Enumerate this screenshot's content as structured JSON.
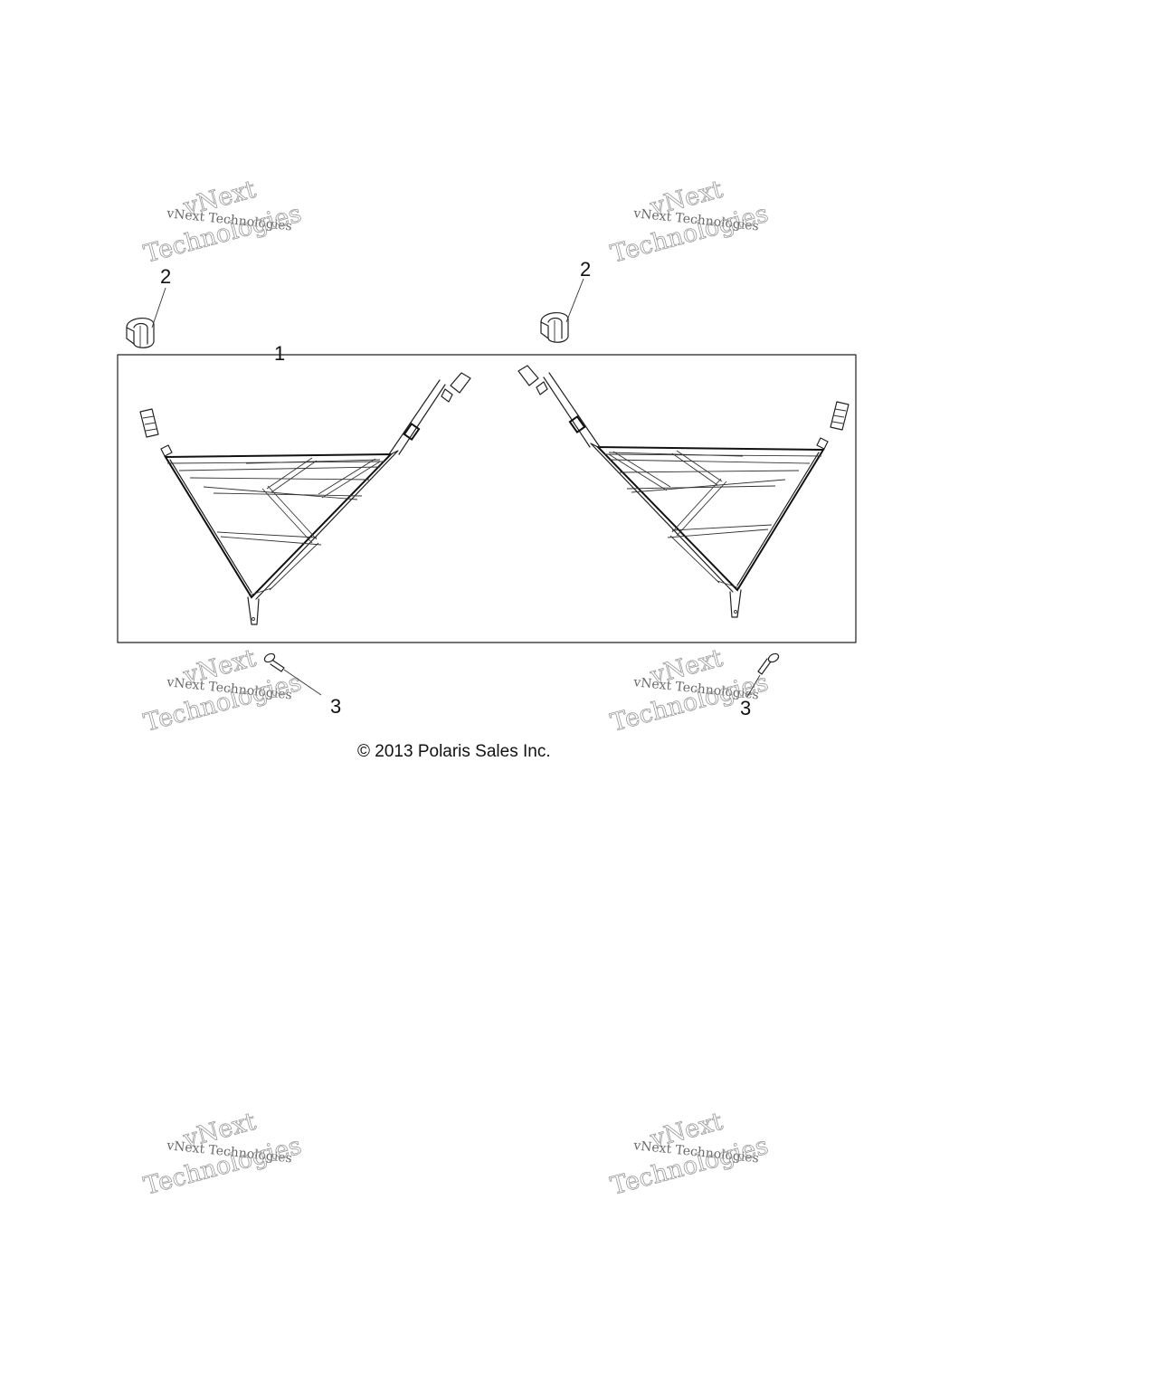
{
  "callouts": {
    "net_assembly": "1",
    "clip_left": "2",
    "clip_right": "2",
    "screw_left": "3",
    "screw_right": "3"
  },
  "copyright": "© 2013 Polaris Sales Inc.",
  "watermark": {
    "line_top": "vNext",
    "line_middle": "vNext Technologies",
    "line_bottom": "Technologies"
  }
}
